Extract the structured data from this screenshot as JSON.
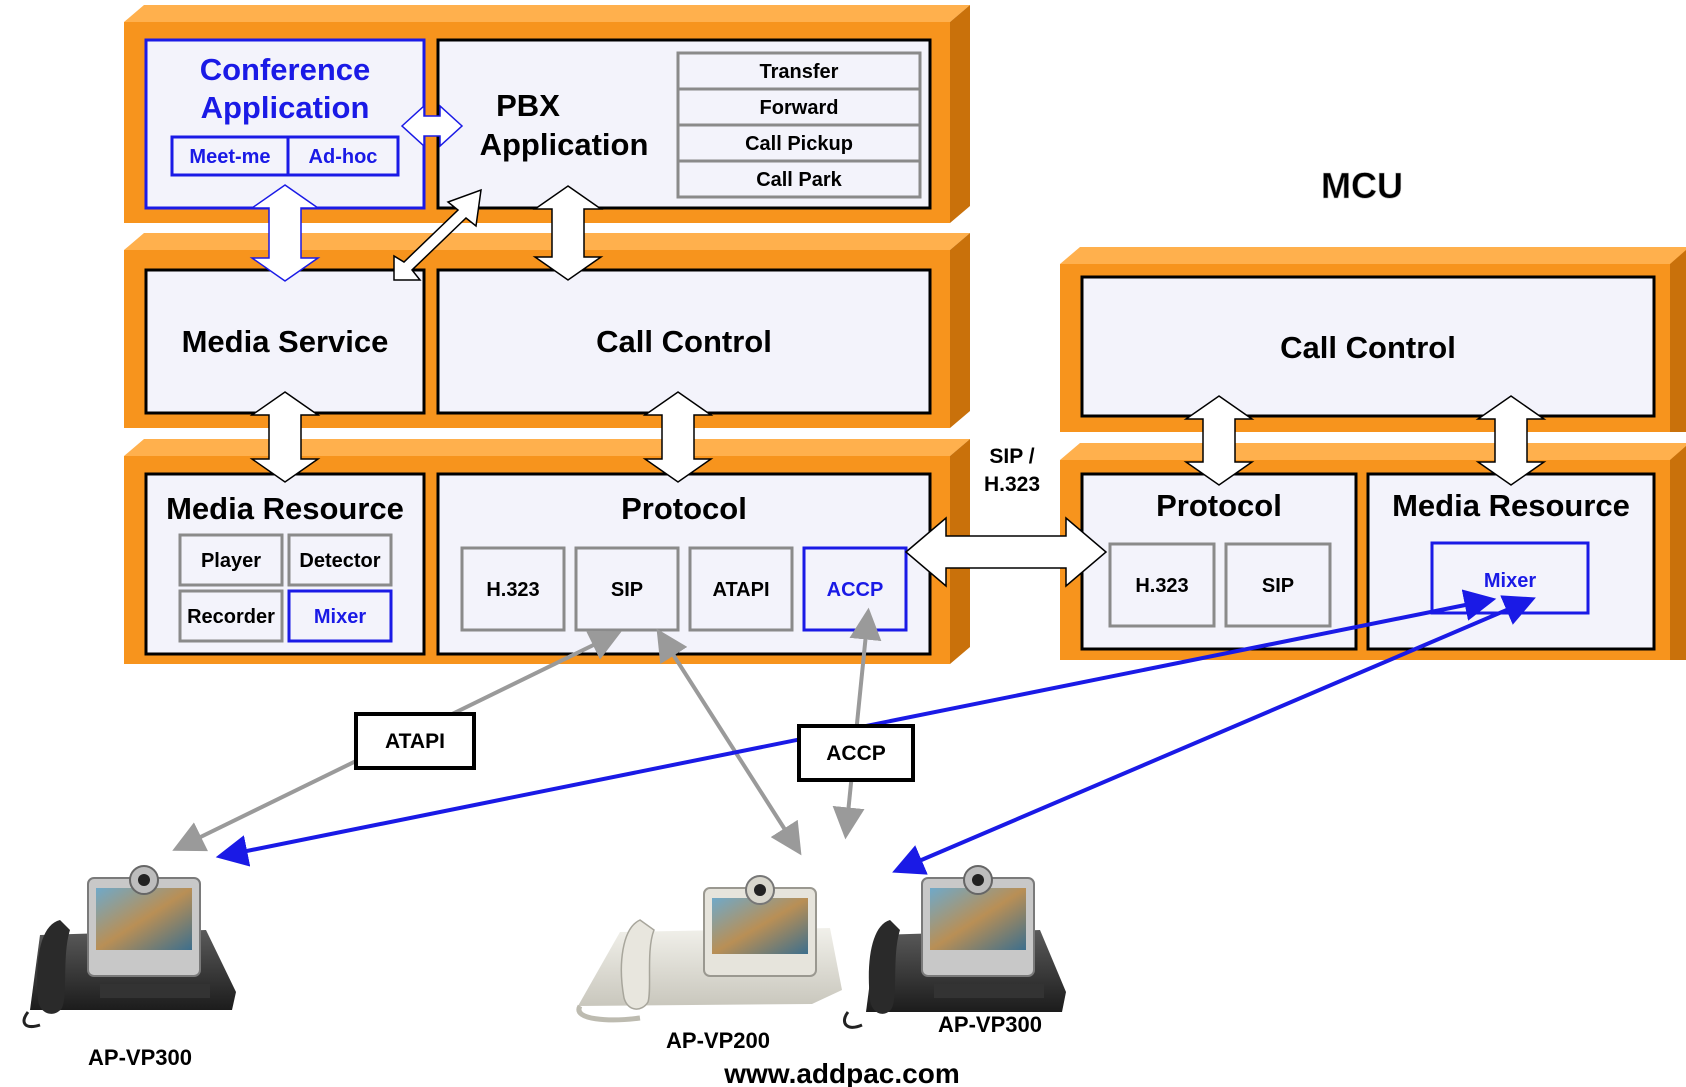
{
  "pbx": {
    "conference_app": {
      "title_line1": "Conference",
      "title_line2": "Application",
      "meet_me": "Meet-me",
      "ad_hoc": "Ad-hoc"
    },
    "pbx_app": {
      "title_line1": "PBX",
      "title_line2": "Application",
      "features": [
        "Transfer",
        "Forward",
        "Call Pickup",
        "Call Park"
      ]
    },
    "media_service": "Media Service",
    "call_control": "Call Control",
    "media_resource": {
      "title": "Media Resource",
      "items": [
        "Player",
        "Detector",
        "Recorder",
        "Mixer"
      ]
    },
    "protocol": {
      "title": "Protocol",
      "items": [
        "H.323",
        "SIP",
        "ATAPI",
        "ACCP"
      ]
    }
  },
  "mcu": {
    "title": "MCU",
    "call_control": "Call Control",
    "protocol": {
      "title": "Protocol",
      "items": [
        "H.323",
        "SIP"
      ]
    },
    "media_resource": {
      "title": "Media Resource",
      "mixer": "Mixer"
    }
  },
  "links": {
    "sip_h323_line1": "SIP /",
    "sip_h323_line2": "H.323",
    "atapi": "ATAPI",
    "accp": "ACCP"
  },
  "devices": {
    "left": "AP-VP300",
    "middle": "AP-VP200",
    "right": "AP-VP300"
  },
  "footer": "www.addpac.com",
  "colors": {
    "orange": "#F7941D",
    "orange_dark": "#D97A0B",
    "panel": "#F3F3FB",
    "blue": "#1A1AE6",
    "gray": "#9A9A9A"
  }
}
